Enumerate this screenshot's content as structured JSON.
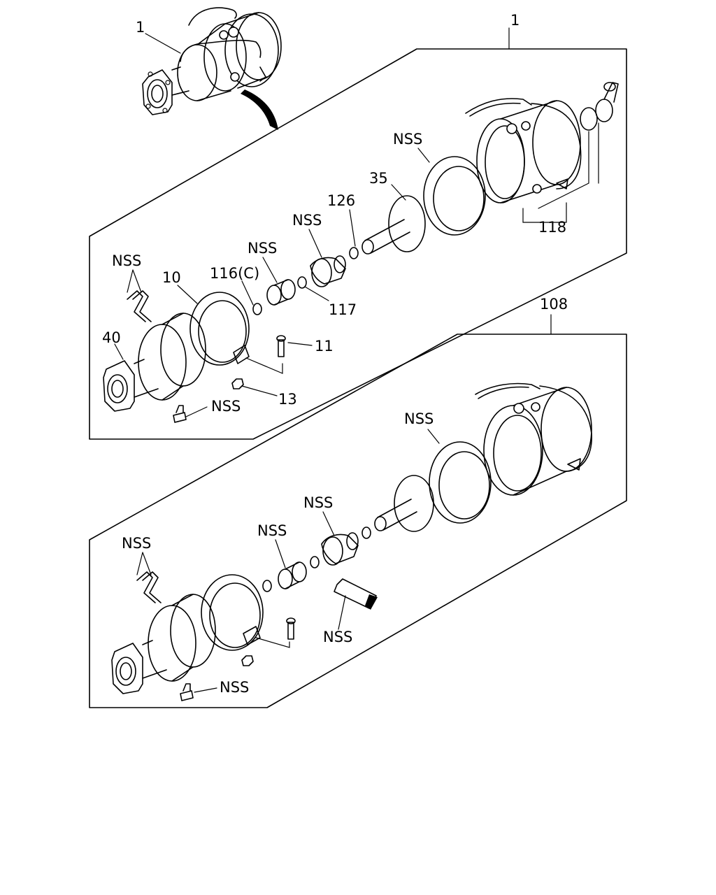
{
  "callouts": {
    "assembly_1": "1",
    "assembly_1_panel": "1",
    "nss_top_gasket": "NSS",
    "part_35": "35",
    "part_126": "126",
    "nss_top_boot": "NSS",
    "nss_top_bushing": "NSS",
    "part_118": "118",
    "nss_top_shims": "NSS",
    "part_10": "10",
    "part_116c": "116(C)",
    "part_117": "117",
    "part_40": "40",
    "part_11": "11",
    "part_13": "13",
    "nss_top_plug": "NSS",
    "assembly_108": "108",
    "nss_bottom_gasket": "NSS",
    "nss_bottom_boot": "NSS",
    "nss_bottom_bushing": "NSS",
    "nss_bottom_shims": "NSS",
    "nss_bottom_tool": "NSS",
    "nss_bottom_plug": "NSS"
  }
}
